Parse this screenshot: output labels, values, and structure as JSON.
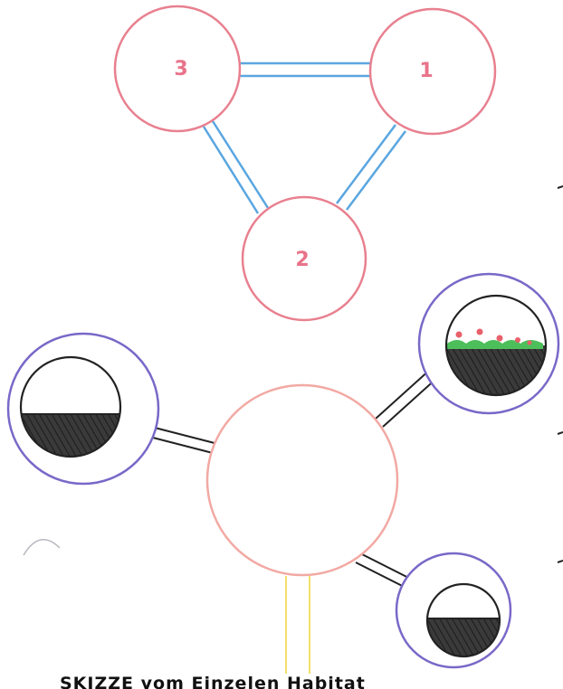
{
  "colors": {
    "node_stroke": "#e8808f",
    "node_label": "#e8738a",
    "link_blue": "#5aa6e0",
    "hub_stroke": "#f2a9a3",
    "habitat_ring": "#7a68c8",
    "tank_stroke": "#222222",
    "fill_dark": "#3a3a3a",
    "plants_green": "#4cbf5a",
    "plants_red": "#e8606a",
    "pipe_yellow": "#f2e06a",
    "caption": "#111111"
  },
  "top_network": {
    "nodes": [
      {
        "id": "node-3",
        "label": "3"
      },
      {
        "id": "node-1",
        "label": "1"
      },
      {
        "id": "node-2",
        "label": "2"
      }
    ],
    "links": [
      {
        "from": "node-3",
        "to": "node-1",
        "style": "double",
        "color": "link_blue"
      },
      {
        "from": "node-3",
        "to": "node-2",
        "style": "double",
        "color": "link_blue"
      },
      {
        "from": "node-1",
        "to": "node-2",
        "style": "double",
        "color": "link_blue"
      }
    ]
  },
  "habitat": {
    "hub": {
      "id": "central-hub"
    },
    "modules": [
      {
        "id": "habitat-module-left",
        "contents": "dark-fill-lower-half"
      },
      {
        "id": "habitat-module-upper-right",
        "contents": "dark-fill-with-plants"
      },
      {
        "id": "habitat-module-lower-right",
        "contents": "dark-fill-lower-half"
      }
    ],
    "connectors": [
      {
        "from": "central-hub",
        "to": "habitat-module-left",
        "style": "double"
      },
      {
        "from": "central-hub",
        "to": "habitat-module-upper-right",
        "style": "double"
      },
      {
        "from": "central-hub",
        "to": "habitat-module-lower-right",
        "style": "double"
      },
      {
        "from": "central-hub",
        "to": "bottom-edge",
        "style": "double",
        "color": "pipe_yellow"
      }
    ]
  },
  "caption": {
    "text": "SKIZZE vom Einzelen Habitat"
  }
}
